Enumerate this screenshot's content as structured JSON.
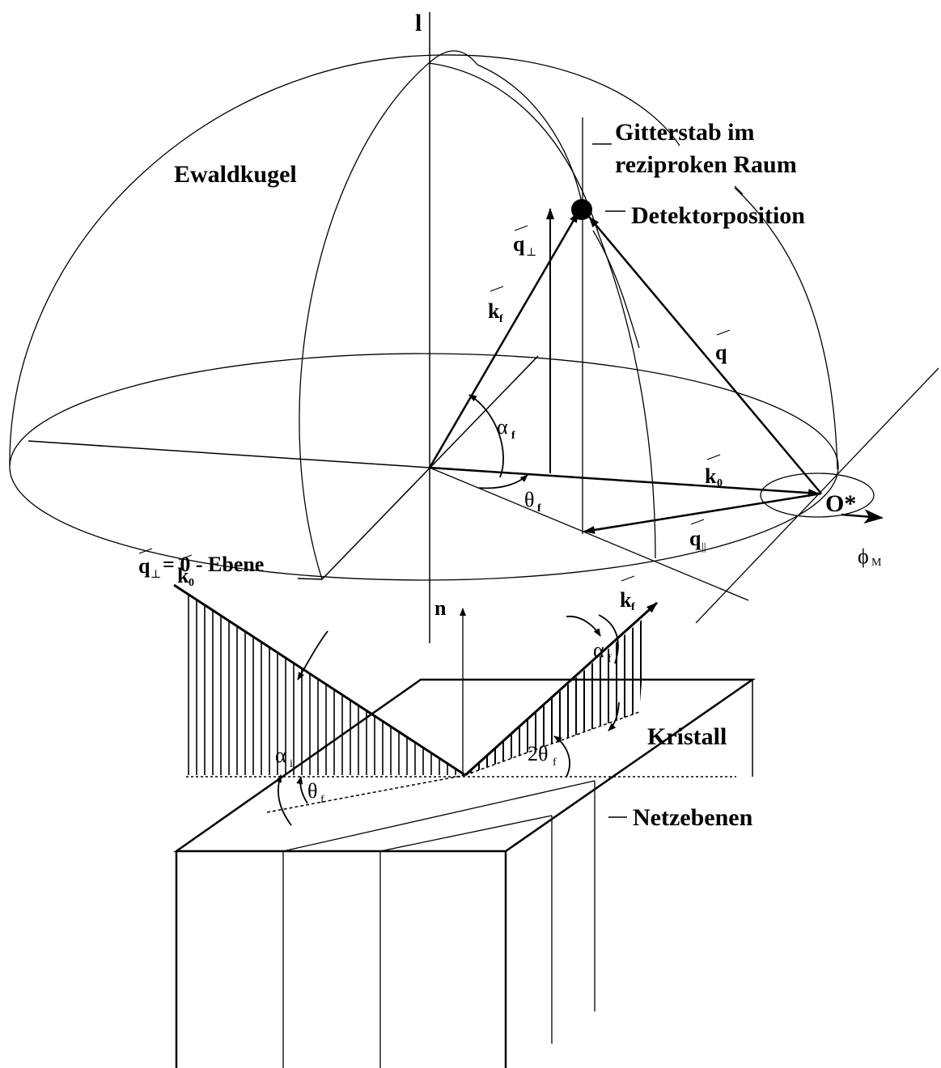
{
  "top_diagram": {
    "axis_label": "l",
    "sphere_label": "Ewaldkugel",
    "rod_label_line1": "Gitterstab im",
    "rod_label_line2": "reziproken Raum",
    "detector_label": "Detektorposition",
    "origin_label": "O*",
    "plane_label_q": "q",
    "plane_label_sub": "⊥",
    "plane_label_rest": "= 0 - Ebene",
    "q_perp": "q",
    "q_perp_sub": "⊥",
    "k_f": "k",
    "k_f_sub": "f",
    "q": "q",
    "alpha_f": "α",
    "alpha_f_sub": "f",
    "theta_f": "θ",
    "theta_f_sub": "f",
    "k_0": "k",
    "k_0_sub": "0",
    "q_par": "q",
    "q_par_sub": "||",
    "phi_m": "ϕ",
    "phi_m_sub": "M"
  },
  "bottom_diagram": {
    "normal_label": "n",
    "k_0": "k",
    "k_0_sub": "0",
    "k_f": "k",
    "k_f_sub": "f",
    "alpha_i": "α",
    "alpha_i_sub": "i",
    "alpha_f": "α",
    "alpha_f_sub": "f",
    "theta_f": "θ",
    "theta_f_sub": "f",
    "two_theta_f": "2θ",
    "two_theta_f_sub": "f",
    "crystal_label": "Kristall",
    "planes_label": "Netzebenen"
  }
}
